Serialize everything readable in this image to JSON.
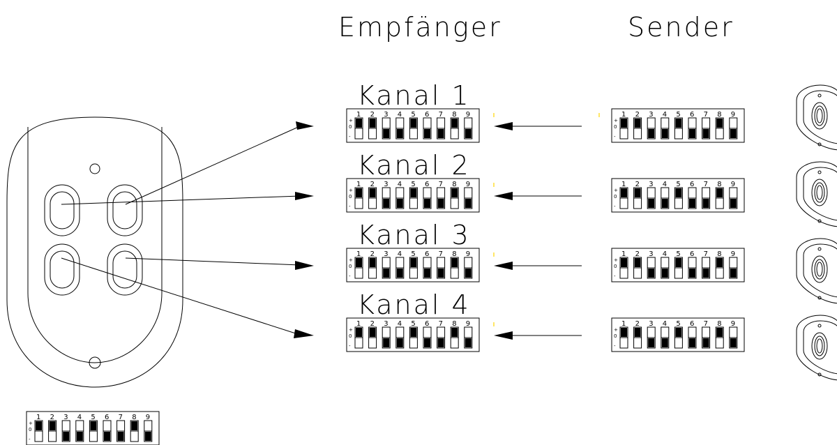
{
  "headings": {
    "receiver": "Empfänger",
    "sender": "Sender"
  },
  "channels": [
    {
      "label": "Kanal 1",
      "receiver_switches": [
        "up",
        "up",
        "down",
        "down",
        "up",
        "down",
        "down",
        "up",
        "down"
      ],
      "sender_switches": [
        "up",
        "up",
        "down",
        "down",
        "up",
        "down",
        "down",
        "up",
        "down"
      ]
    },
    {
      "label": "Kanal 2",
      "receiver_switches": [
        "up",
        "up",
        "down",
        "down",
        "up",
        "down",
        "down",
        "up",
        "down"
      ],
      "sender_switches": [
        "up",
        "up",
        "down",
        "down",
        "up",
        "down",
        "down",
        "up",
        "down"
      ]
    },
    {
      "label": "Kanal 3",
      "receiver_switches": [
        "up",
        "up",
        "down",
        "down",
        "up",
        "down",
        "down",
        "up",
        "down"
      ],
      "sender_switches": [
        "up",
        "up",
        "down",
        "down",
        "up",
        "down",
        "down",
        "up",
        "down"
      ]
    },
    {
      "label": "Kanal 4",
      "receiver_switches": [
        "up",
        "up",
        "down",
        "down",
        "up",
        "down",
        "down",
        "up",
        "down"
      ],
      "sender_switches": [
        "up",
        "up",
        "down",
        "down",
        "up",
        "down",
        "down",
        "up",
        "down"
      ]
    }
  ],
  "standalone_switch": [
    "up",
    "up",
    "down",
    "down",
    "up",
    "down",
    "down",
    "up",
    "down"
  ],
  "dip_numbers": [
    "1",
    "2",
    "3",
    "4",
    "5",
    "6",
    "7",
    "8",
    "9"
  ],
  "polarity_marks": {
    "plus": "+",
    "zero": "0",
    "minus": "-"
  },
  "colors": {
    "line": "#000000",
    "indicator": "#ffd400",
    "background": "#ffffff"
  }
}
